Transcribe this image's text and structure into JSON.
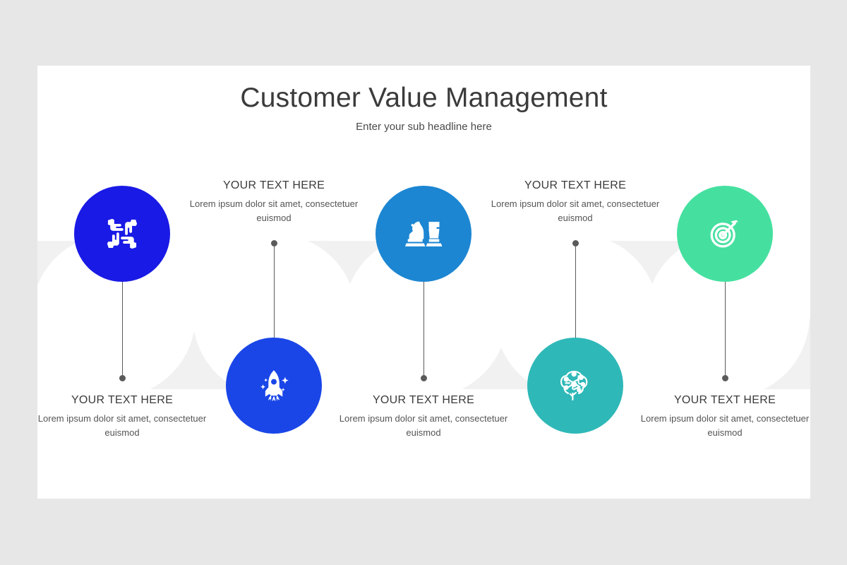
{
  "slide": {
    "title": "Customer Value Management",
    "subtitle": "Enter your sub headline here",
    "background_color": "#e8e7e7",
    "panel_color": "#ffffff",
    "deco_color": "#f1f1f1",
    "connector_color": "#5a5a5a"
  },
  "items": [
    {
      "label": "YOUR TEXT HERE",
      "description": "Lorem ipsum dolor sit amet, consectetuer euismod",
      "icon": "teamwork-hands-icon",
      "color": "#1a1ae6",
      "position": "top"
    },
    {
      "label": "YOUR TEXT HERE",
      "description": "Lorem ipsum dolor sit amet, consectetuer euismod",
      "icon": "rocket-icon",
      "color": "#1a46e8",
      "position": "bottom"
    },
    {
      "label": "YOUR TEXT HERE",
      "description": "Lorem ipsum dolor sit amet, consectetuer euismod",
      "icon": "chess-strategy-icon",
      "color": "#1c86d2",
      "position": "top"
    },
    {
      "label": "YOUR TEXT HERE",
      "description": "Lorem ipsum dolor sit amet, consectetuer euismod",
      "icon": "brain-network-icon",
      "color": "#2fb8b8",
      "position": "bottom"
    },
    {
      "label": "YOUR TEXT HERE",
      "description": "Lorem ipsum dolor sit amet, consectetuer euismod",
      "icon": "target-arrow-icon",
      "color": "#45e0a0",
      "position": "top"
    }
  ]
}
